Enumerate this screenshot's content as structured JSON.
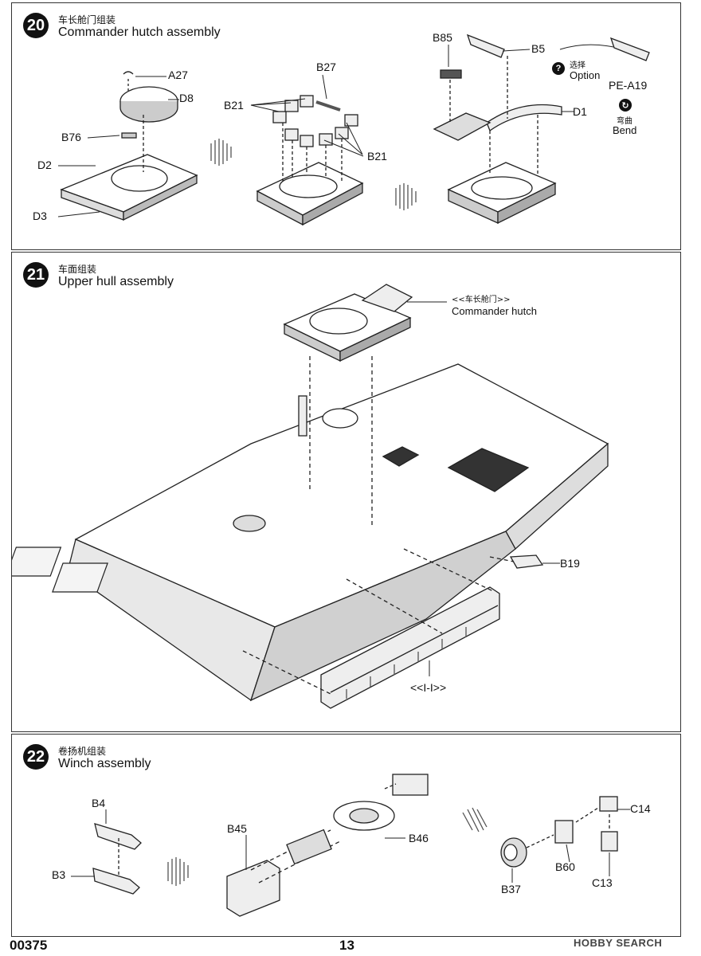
{
  "steps": [
    {
      "number": "20",
      "title_cn": "车长舱门组装",
      "title_en": "Commander hutch assembly",
      "parts": {
        "a27": "A27",
        "d8": "D8",
        "b76": "B76",
        "d2": "D2",
        "d3": "D3",
        "b27": "B27",
        "b21_left": "B21",
        "b21_right": "B21",
        "b85": "B85",
        "b5": "B5",
        "d1": "D1",
        "pe_a19": "PE-A19"
      },
      "option_cn": "选择",
      "option_en": "Option",
      "option_icon": "question-icon",
      "bend_cn": "弯曲",
      "bend_en": "Bend",
      "bend_icon": "bend-icon"
    },
    {
      "number": "21",
      "title_cn": "车面组装",
      "title_en": "Upper hull assembly",
      "ref_cn": "<<车长舱门>>",
      "ref_en": "Commander hutch",
      "parts": {
        "b19": "B19",
        "track_ref": "<<I-I>>"
      }
    },
    {
      "number": "22",
      "title_cn": "卷扬机组装",
      "title_en": "Winch assembly",
      "parts": {
        "b4": "B4",
        "b3": "B3",
        "b45": "B45",
        "b46": "B46",
        "c14": "C14",
        "b60": "B60",
        "b37": "B37",
        "c13": "C13"
      }
    }
  ],
  "footer": {
    "code": "00375",
    "page": "13",
    "watermark": "HOBBY SEARCH"
  }
}
